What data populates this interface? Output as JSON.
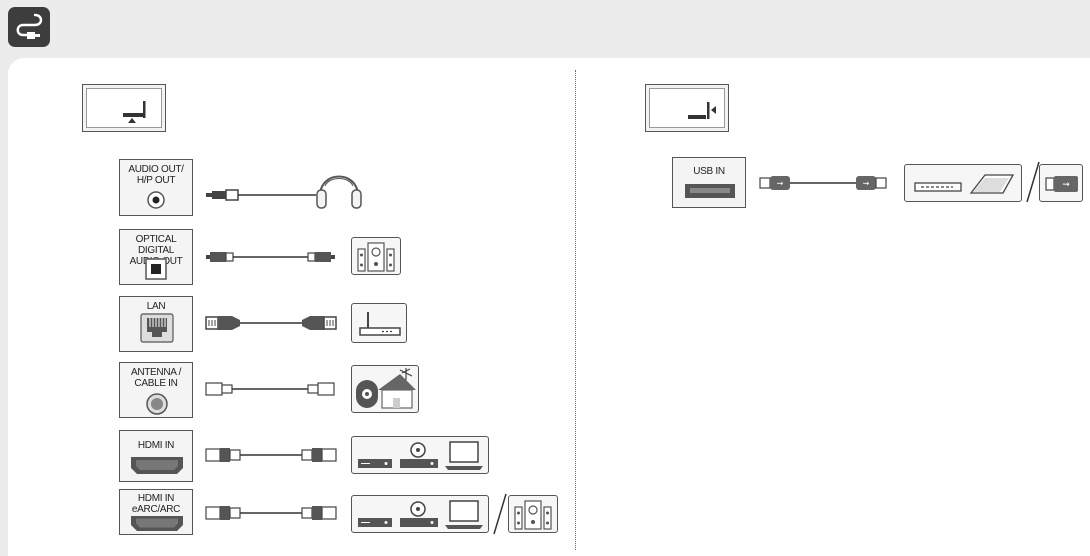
{
  "header": {
    "icon": "cable-icon"
  },
  "ports_left": [
    {
      "id": "audio-out",
      "label": "AUDIO OUT/\nH/P OUT",
      "device_icons": [
        "headphones-icon"
      ]
    },
    {
      "id": "optical",
      "label": "OPTICAL DIGITAL\nAUDIO OUT",
      "device_icons": [
        "speaker-icon"
      ]
    },
    {
      "id": "lan",
      "label": "LAN",
      "device_icons": [
        "router-icon"
      ]
    },
    {
      "id": "antenna",
      "label": "ANTENNA /\nCABLE IN",
      "device_icons": [
        "antenna-wall-icon"
      ]
    },
    {
      "id": "hdmi",
      "label": "HDMI IN",
      "device_icons": [
        "set-top-box-icon",
        "disc-player-icon",
        "laptop-icon"
      ]
    },
    {
      "id": "hdmi-earc",
      "label": "HDMI IN\neARC/ARC",
      "device_icons": [
        "set-top-box-icon",
        "disc-player-icon",
        "laptop-icon",
        "speaker-icon"
      ]
    }
  ],
  "ports_right": [
    {
      "id": "usb",
      "label": "USB IN",
      "device_icons": [
        "usb-hub-icon",
        "hard-drive-icon",
        "usb-stick-icon"
      ]
    }
  ],
  "colors": {
    "outline": "#555555",
    "panel": "#ffffff",
    "background": "#ececec",
    "header_icon": "#3d3d3d"
  }
}
